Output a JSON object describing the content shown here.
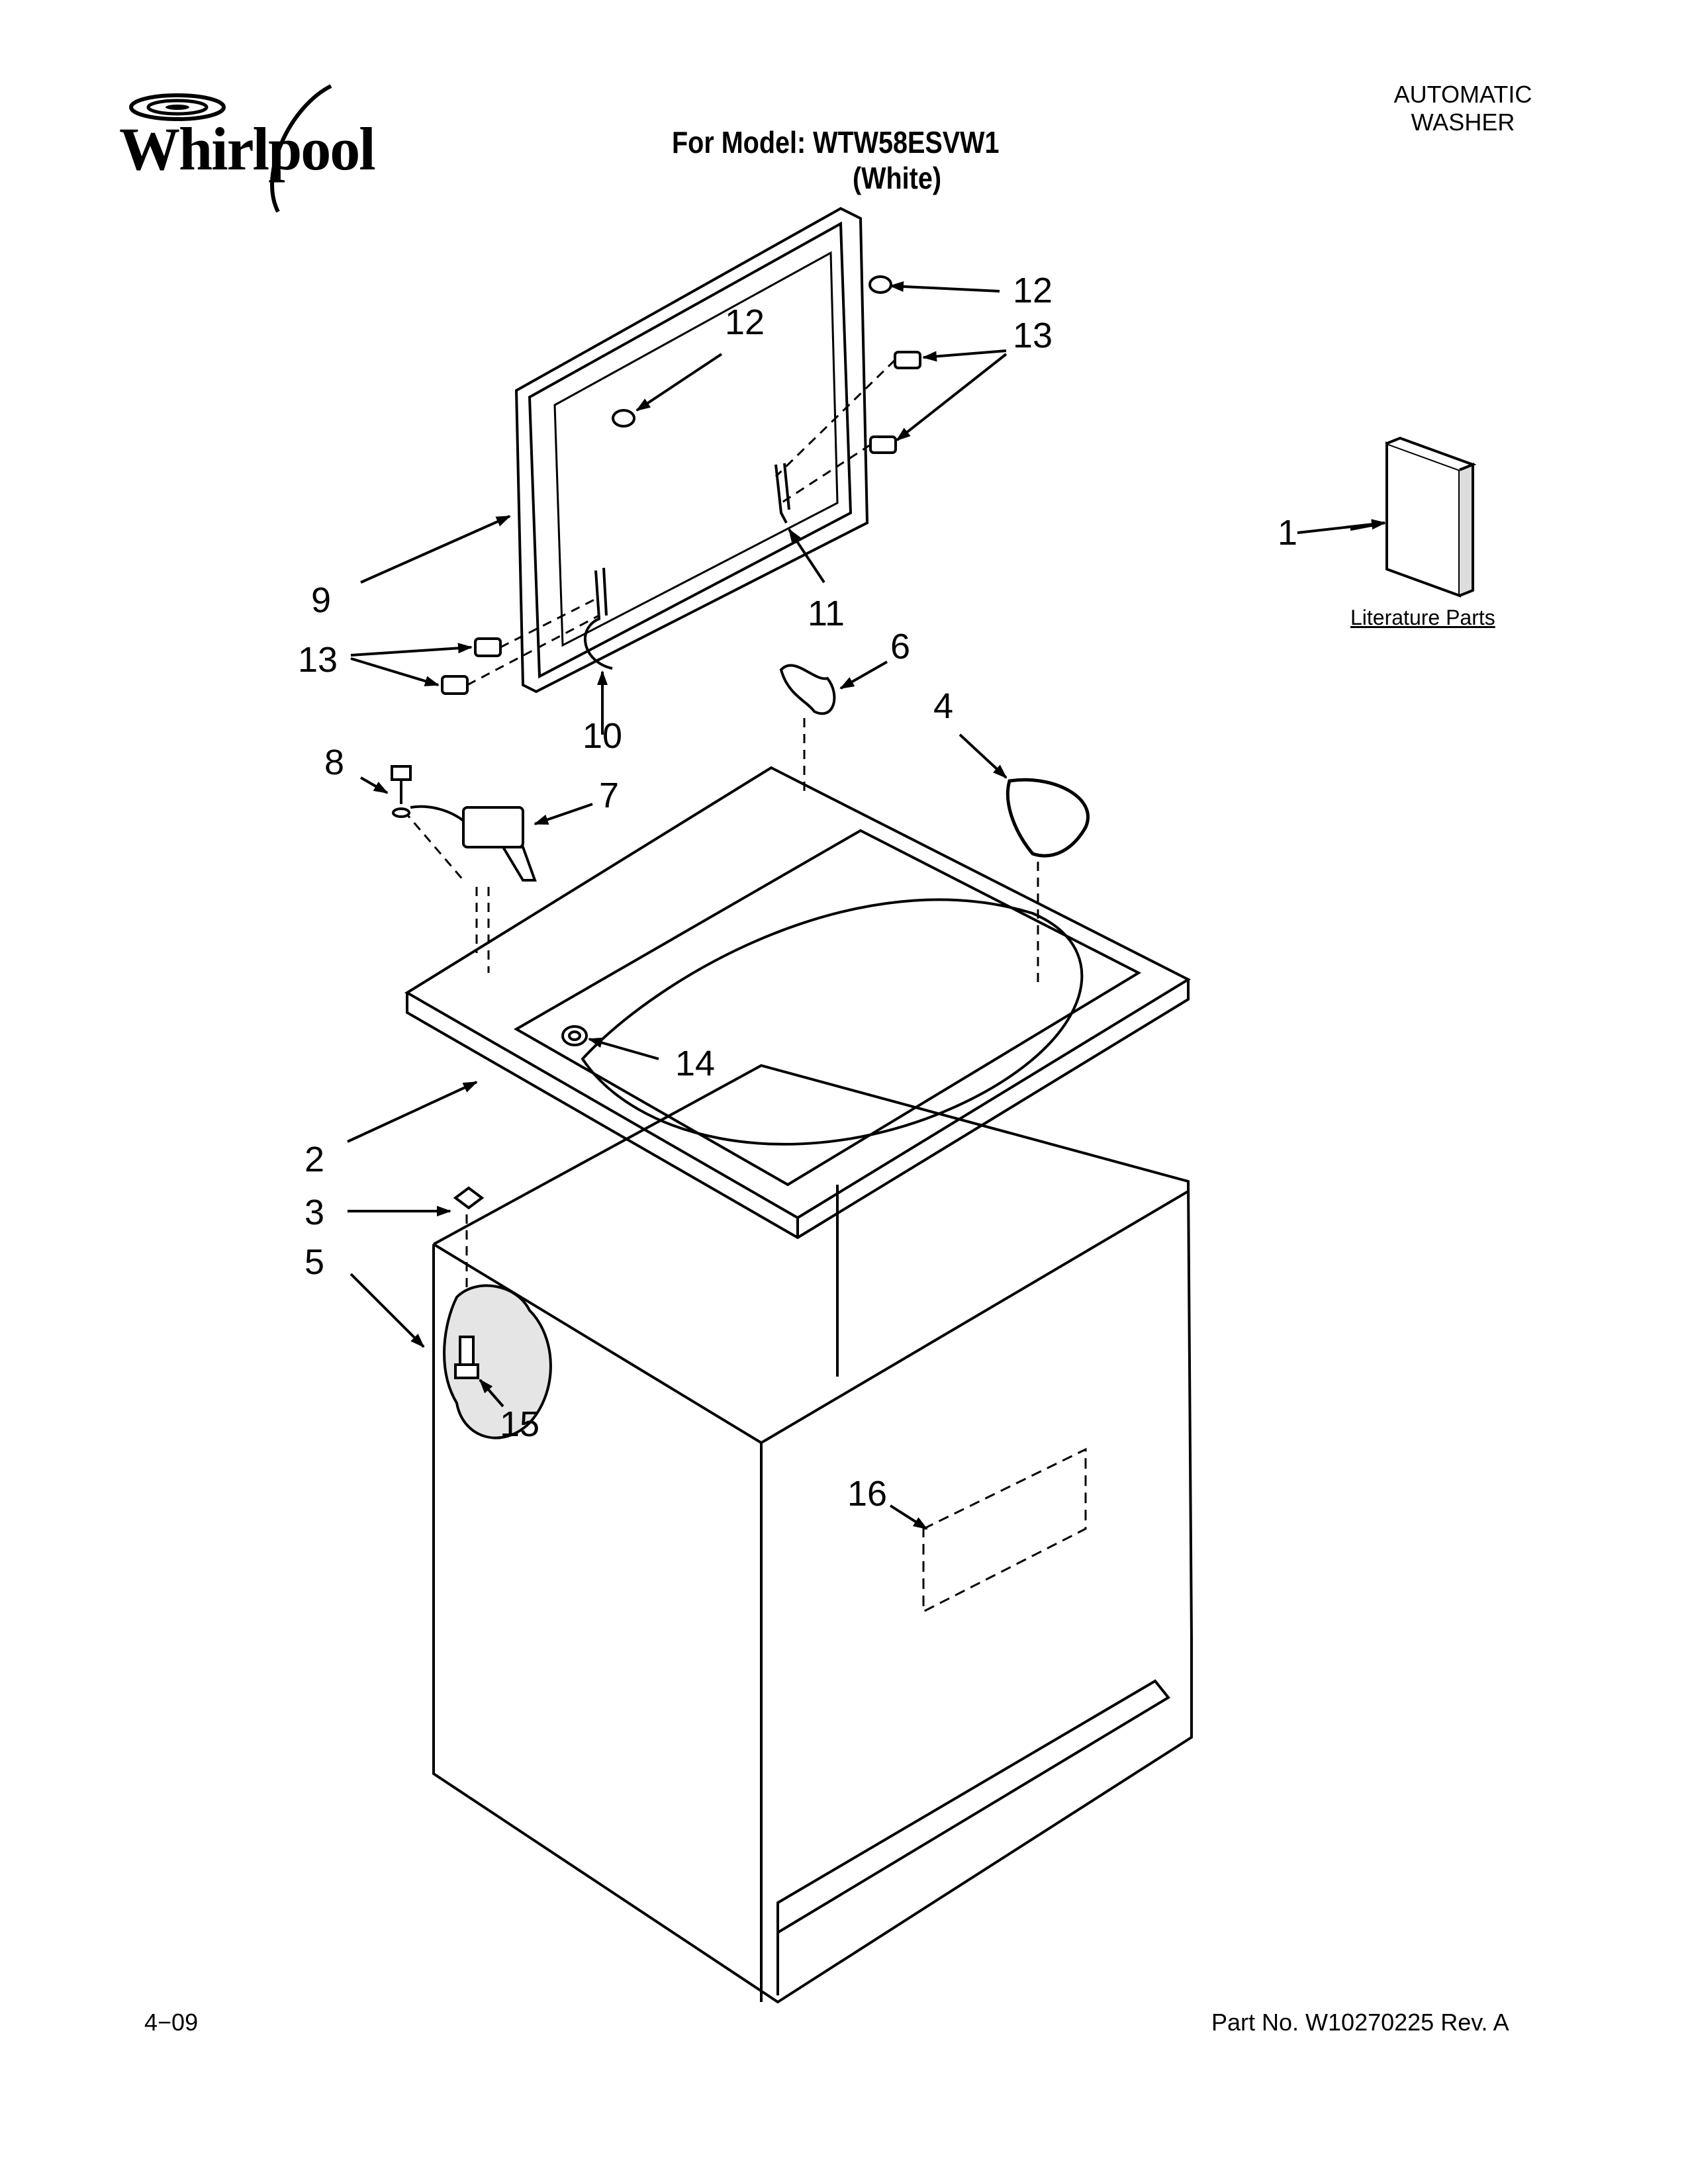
{
  "header": {
    "brand": "Whirlpool",
    "model_line": "For Model: WTW58ESVW1",
    "color_line": "(White)",
    "product_type_line1": "AUTOMATIC",
    "product_type_line2": "WASHER"
  },
  "callouts": [
    "1",
    "2",
    "3",
    "4",
    "5",
    "6",
    "7",
    "8",
    "9",
    "10",
    "11",
    "12",
    "12",
    "13",
    "13",
    "14",
    "15",
    "16"
  ],
  "literature": {
    "label": "Literature Parts",
    "callout": "1"
  },
  "footer": {
    "date": "4−09",
    "part_number": "Part No. W10270225 Rev. A"
  }
}
